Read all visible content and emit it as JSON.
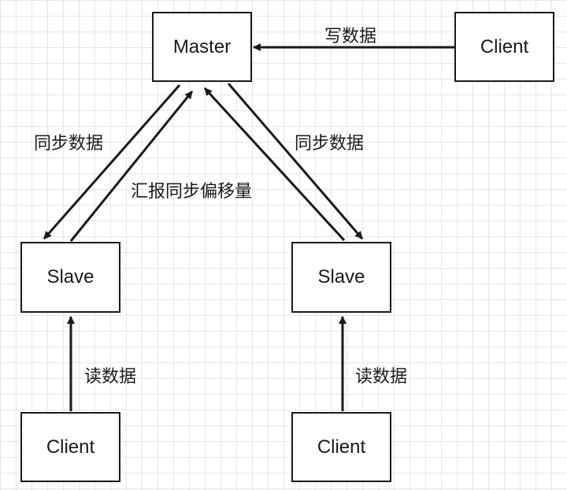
{
  "nodes": {
    "master": "Master",
    "client_top": "Client",
    "slave_left": "Slave",
    "slave_right": "Slave",
    "client_left": "Client",
    "client_right": "Client"
  },
  "edges": {
    "write": "写数据",
    "sync_left": "同步数据",
    "report_offset": "汇报同步偏移量",
    "sync_right": "同步数据",
    "read_left": "读数据",
    "read_right": "读数据"
  },
  "colors": {
    "stroke": "#1a1a1a",
    "grid": "#e6e6e6"
  }
}
